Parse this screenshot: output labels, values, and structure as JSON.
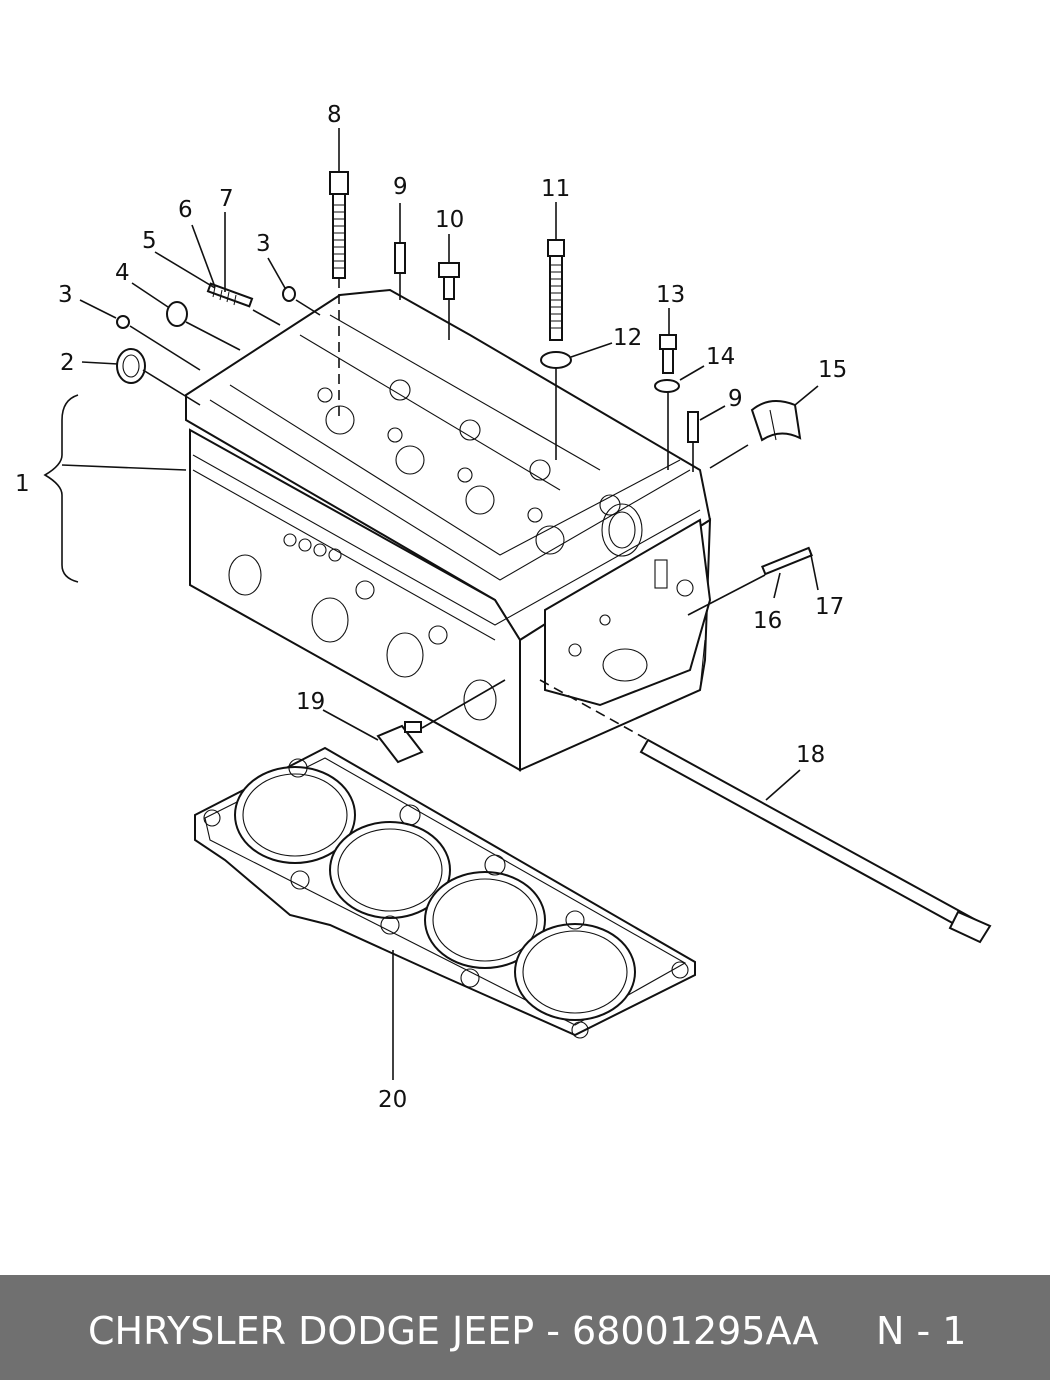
{
  "diagram": {
    "callouts": [
      "1",
      "2",
      "3",
      "3",
      "4",
      "5",
      "6",
      "7",
      "8",
      "9",
      "9",
      "10",
      "11",
      "12",
      "13",
      "14",
      "15",
      "16",
      "17",
      "18",
      "19",
      "20"
    ]
  },
  "footer": {
    "title": "CHRYSLER DODGE JEEP - 68001295AA",
    "page": "N - 1",
    "background": "#707070",
    "text_color": "#ffffff"
  }
}
